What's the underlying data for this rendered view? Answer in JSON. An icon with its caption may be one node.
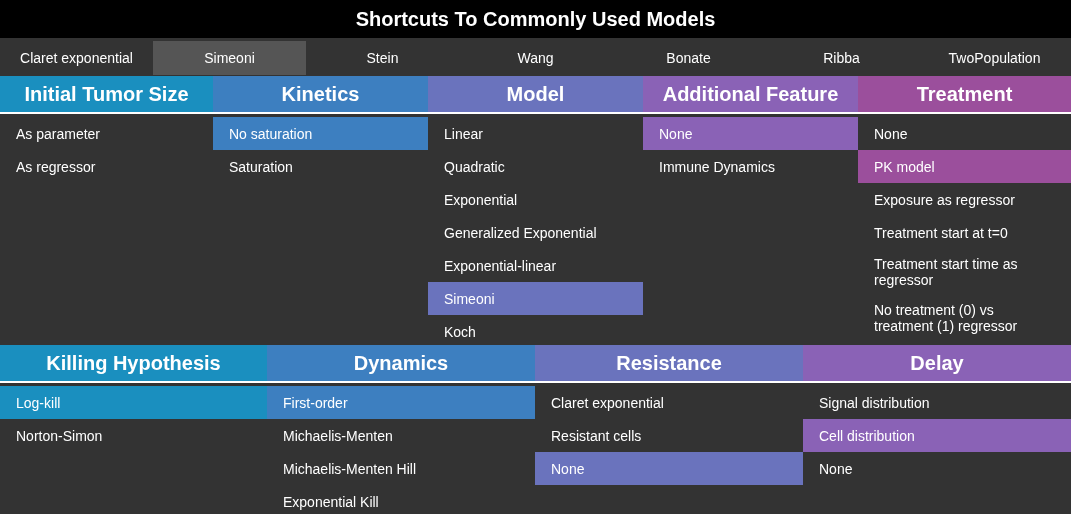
{
  "diagram": {
    "title": "Shortcuts To Commonly Used Models",
    "nodes": [
      {
        "text": [
          "Claret exponential"
        ]
      },
      {
        "text": [
          "Simeoni"
        ]
      },
      {
        "text": [
          "Stein"
        ]
      },
      {
        "text": [
          "Wang"
        ]
      },
      {
        "text": [
          "Bonate"
        ]
      },
      {
        "text": [
          "Ribba"
        ]
      },
      {
        "text": [
          "TwoPopulation"
        ]
      },
      {
        "text": [
          "Initial Tumor Size"
        ]
      },
      {
        "text": [
          "As parameter"
        ]
      },
      {
        "text": [
          "As regressor"
        ]
      },
      {
        "text": [
          "Kinetics"
        ]
      },
      {
        "text": [
          "No saturation"
        ]
      },
      {
        "text": [
          "Saturation"
        ]
      },
      {
        "text": [
          "Model"
        ]
      },
      {
        "text": [
          "Linear"
        ]
      },
      {
        "text": [
          "Quadratic"
        ]
      },
      {
        "text": [
          "Exponential"
        ]
      },
      {
        "text": [
          "Generalized Exponential"
        ]
      },
      {
        "text": [
          "Exponential-linear"
        ]
      },
      {
        "text": [
          "Simeoni"
        ]
      },
      {
        "text": [
          "Koch"
        ]
      },
      {
        "text": [
          "Additional Feature"
        ]
      },
      {
        "text": [
          "None"
        ]
      },
      {
        "text": [
          "Immune Dynamics"
        ]
      },
      {
        "text": [
          "Treatment"
        ]
      },
      {
        "text": [
          "None"
        ]
      },
      {
        "text": [
          "PK model"
        ]
      },
      {
        "text": [
          "Exposure as regressor"
        ]
      },
      {
        "text": [
          "Treatment start at t=0"
        ]
      },
      {
        "text": [
          "Treatment start time as regressor"
        ]
      },
      {
        "text": [
          "No treatment (0) vs treatment (1) regressor"
        ]
      },
      {
        "text": [
          "Killing Hypothesis"
        ]
      },
      {
        "text": [
          "Log-kill"
        ]
      },
      {
        "text": [
          "Norton-Simon"
        ]
      },
      {
        "text": [
          "Dynamics"
        ]
      },
      {
        "text": [
          "First-order"
        ]
      },
      {
        "text": [
          "Michaelis-Menten"
        ]
      },
      {
        "text": [
          "Michaelis-Menten Hill"
        ]
      },
      {
        "text": [
          "Exponential Kill"
        ]
      },
      {
        "text": [
          "Resistance"
        ]
      },
      {
        "text": [
          "Claret exponential"
        ]
      },
      {
        "text": [
          "Resistant cells"
        ]
      },
      {
        "text": [
          "None"
        ]
      },
      {
        "text": [
          "Delay"
        ]
      },
      {
        "text": [
          "Signal distribution"
        ]
      },
      {
        "text": [
          "Cell distribution"
        ]
      },
      {
        "text": [
          "None"
        ]
      }
    ]
  }
}
